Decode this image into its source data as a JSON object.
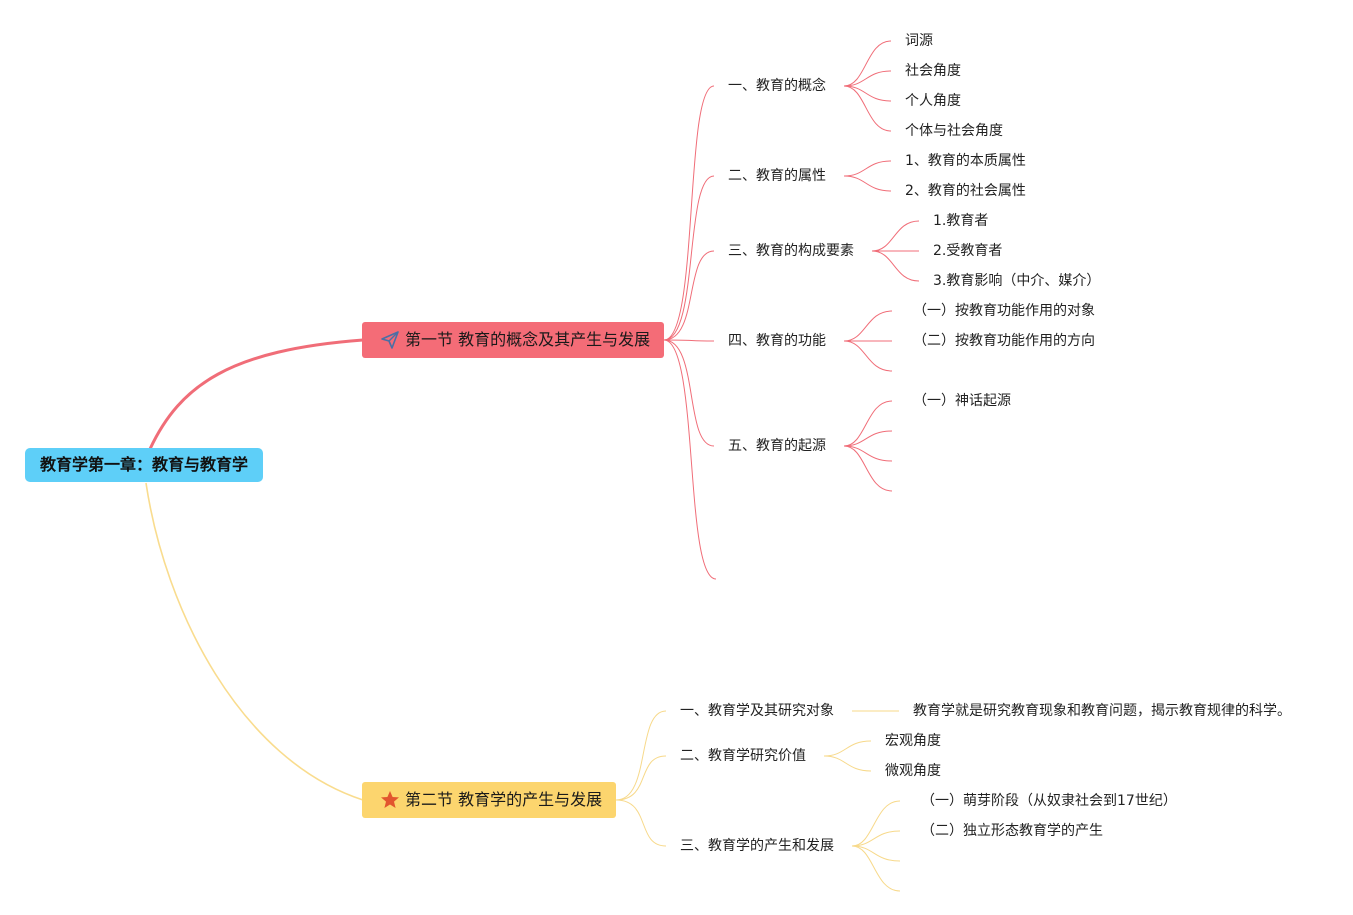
{
  "root": {
    "label": "教育学第一章：教育与教育学",
    "color": "#5ecff8"
  },
  "sections": [
    {
      "label": "第一节 教育的概念及其产生与发展",
      "color": "#f46c77",
      "line_color": "#f06d78",
      "icon": "paper-plane-icon",
      "topics": [
        {
          "label": "一、教育的概念",
          "children": [
            "词源",
            "社会角度",
            "个人角度",
            "个体与社会角度"
          ]
        },
        {
          "label": "二、教育的属性",
          "children": [
            "1、教育的本质属性",
            "2、教育的社会属性"
          ]
        },
        {
          "label": "三、教育的构成要素",
          "children": [
            "1.教育者",
            "2.受教育者",
            "3.教育影响（中介、媒介）"
          ]
        },
        {
          "label": "四、教育的功能",
          "children": [
            "（一）按教育功能作用的对象",
            "（二）按教育功能作用的方向",
            ""
          ]
        },
        {
          "label": "五、教育的起源",
          "children": [
            "（一）神话起源",
            "",
            "",
            ""
          ]
        },
        {
          "label": "",
          "children": []
        }
      ]
    },
    {
      "label": "第二节 教育学的产生与发展",
      "color": "#fcd56e",
      "line_color": "#f7d98a",
      "icon": "star-icon",
      "topics": [
        {
          "label": "一、教育学及其研究对象",
          "children": [
            "教育学就是研究教育现象和教育问题，揭示教育规律的科学。"
          ]
        },
        {
          "label": "二、教育学研究价值",
          "children": [
            "宏观角度",
            "微观角度"
          ]
        },
        {
          "label": "三、教育学的产生和发展",
          "children": [
            "（一）萌芽阶段（从奴隶社会到17世纪）",
            "（二）独立形态教育学的产生",
            "",
            ""
          ]
        }
      ]
    }
  ]
}
